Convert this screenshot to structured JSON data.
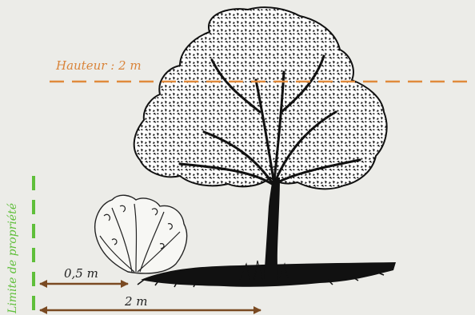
{
  "labels": {
    "height": "Hauteur : 2 m",
    "property_limit": "Limite de propriété",
    "distance_small": "0,5 m",
    "distance_large": "2 m"
  },
  "colors": {
    "background": "#ecece8",
    "height_line": "#e08a3c",
    "property_line": "#5fbf3a",
    "arrows": "#7a4a22",
    "ink": "#111111"
  },
  "icons": {
    "tree": "tree-illustration",
    "shrub": "shrub-illustration"
  }
}
